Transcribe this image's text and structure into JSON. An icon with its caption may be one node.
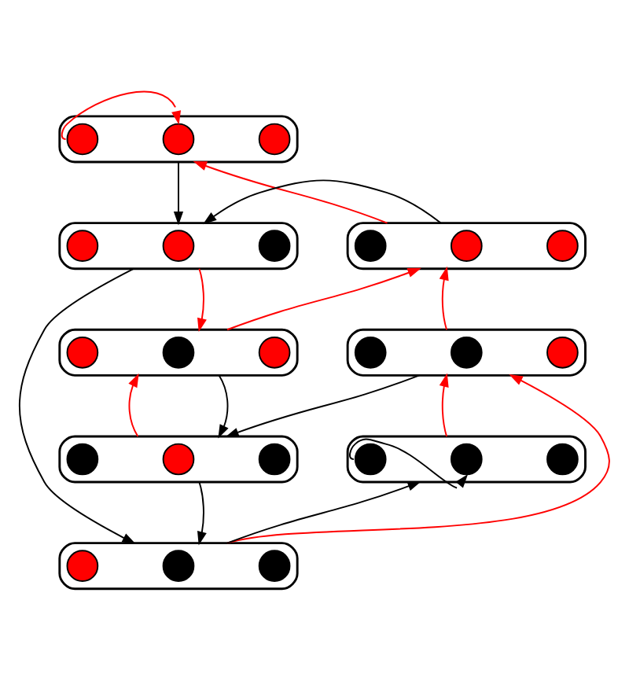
{
  "diagram": {
    "nodes": [
      {
        "text": [],
        "shape": "box"
      },
      {
        "text": [],
        "shape": "circle",
        "in": 0
      },
      {
        "text": [],
        "shape": "circle",
        "in": 0
      },
      {
        "text": [],
        "shape": "circle",
        "in": 0
      },
      {
        "text": [],
        "shape": "box"
      },
      {
        "text": [],
        "shape": "circle",
        "in": 4
      },
      {
        "text": [],
        "shape": "circle",
        "in": 4
      },
      {
        "text": [],
        "shape": "circle",
        "in": 4
      },
      {
        "text": [],
        "shape": "box"
      },
      {
        "text": [],
        "shape": "circle",
        "in": 8
      },
      {
        "text": [],
        "shape": "circle",
        "in": 8
      },
      {
        "text": [],
        "shape": "circle",
        "in": 8
      },
      {
        "text": [],
        "shape": "box"
      },
      {
        "text": [],
        "shape": "circle",
        "in": 12
      },
      {
        "text": [],
        "shape": "circle",
        "in": 12
      },
      {
        "text": [],
        "shape": "circle",
        "in": 12
      },
      {
        "text": [],
        "shape": "box"
      },
      {
        "text": [],
        "shape": "circle",
        "in": 16
      },
      {
        "text": [],
        "shape": "circle",
        "in": 16
      },
      {
        "text": [],
        "shape": "circle",
        "in": 16
      },
      {
        "text": [],
        "shape": "box"
      },
      {
        "text": [],
        "shape": "circle",
        "in": 20
      },
      {
        "text": [],
        "shape": "circle",
        "in": 20
      },
      {
        "text": [],
        "shape": "circle",
        "in": 20
      },
      {
        "text": [],
        "shape": "box"
      },
      {
        "text": [],
        "shape": "circle",
        "in": 24
      },
      {
        "text": [],
        "shape": "circle",
        "in": 24
      },
      {
        "text": [],
        "shape": "circle",
        "in": 24
      },
      {
        "text": [],
        "shape": "box"
      },
      {
        "text": [],
        "shape": "circle",
        "in": 28
      },
      {
        "text": [],
        "shape": "circle",
        "in": 28
      },
      {
        "text": [],
        "shape": "circle",
        "in": 28
      }
    ],
    "edges": [
      {
        "from": 0,
        "to": 2,
        "arrow": "to",
        "color": "#ff0000"
      },
      {
        "from": 0,
        "to": 4,
        "arrow": "to",
        "color": "#000000"
      },
      {
        "from": 8,
        "to": 0,
        "arrow": "to",
        "color": "#ff0000"
      },
      {
        "from": 8,
        "to": 4,
        "arrow": "to",
        "color": "#000000"
      },
      {
        "from": 4,
        "to": 12,
        "arrow": "to",
        "color": "#ff0000"
      },
      {
        "from": 4,
        "to": 28,
        "arrow": "to",
        "color": "#000000"
      },
      {
        "from": 12,
        "to": 8,
        "arrow": "to",
        "color": "#ff0000"
      },
      {
        "from": 12,
        "to": 20,
        "arrow": "to",
        "color": "#000000"
      },
      {
        "from": 20,
        "to": 12,
        "arrow": "to",
        "color": "#ff0000"
      },
      {
        "from": 16,
        "to": 8,
        "arrow": "to",
        "color": "#ff0000"
      },
      {
        "from": 16,
        "to": 20,
        "arrow": "to",
        "color": "#000000"
      },
      {
        "from": 20,
        "to": 28,
        "arrow": "to",
        "color": "#000000"
      },
      {
        "from": 28,
        "to": 16,
        "arrow": "to",
        "color": "#ff0000"
      },
      {
        "from": 28,
        "to": 24,
        "arrow": "to",
        "color": "#000000"
      },
      {
        "from": 24,
        "to": 16,
        "arrow": "to",
        "color": "#ff0000"
      },
      {
        "from": 24,
        "to": 26,
        "arrow": "to",
        "color": "#000000"
      }
    ]
  }
}
